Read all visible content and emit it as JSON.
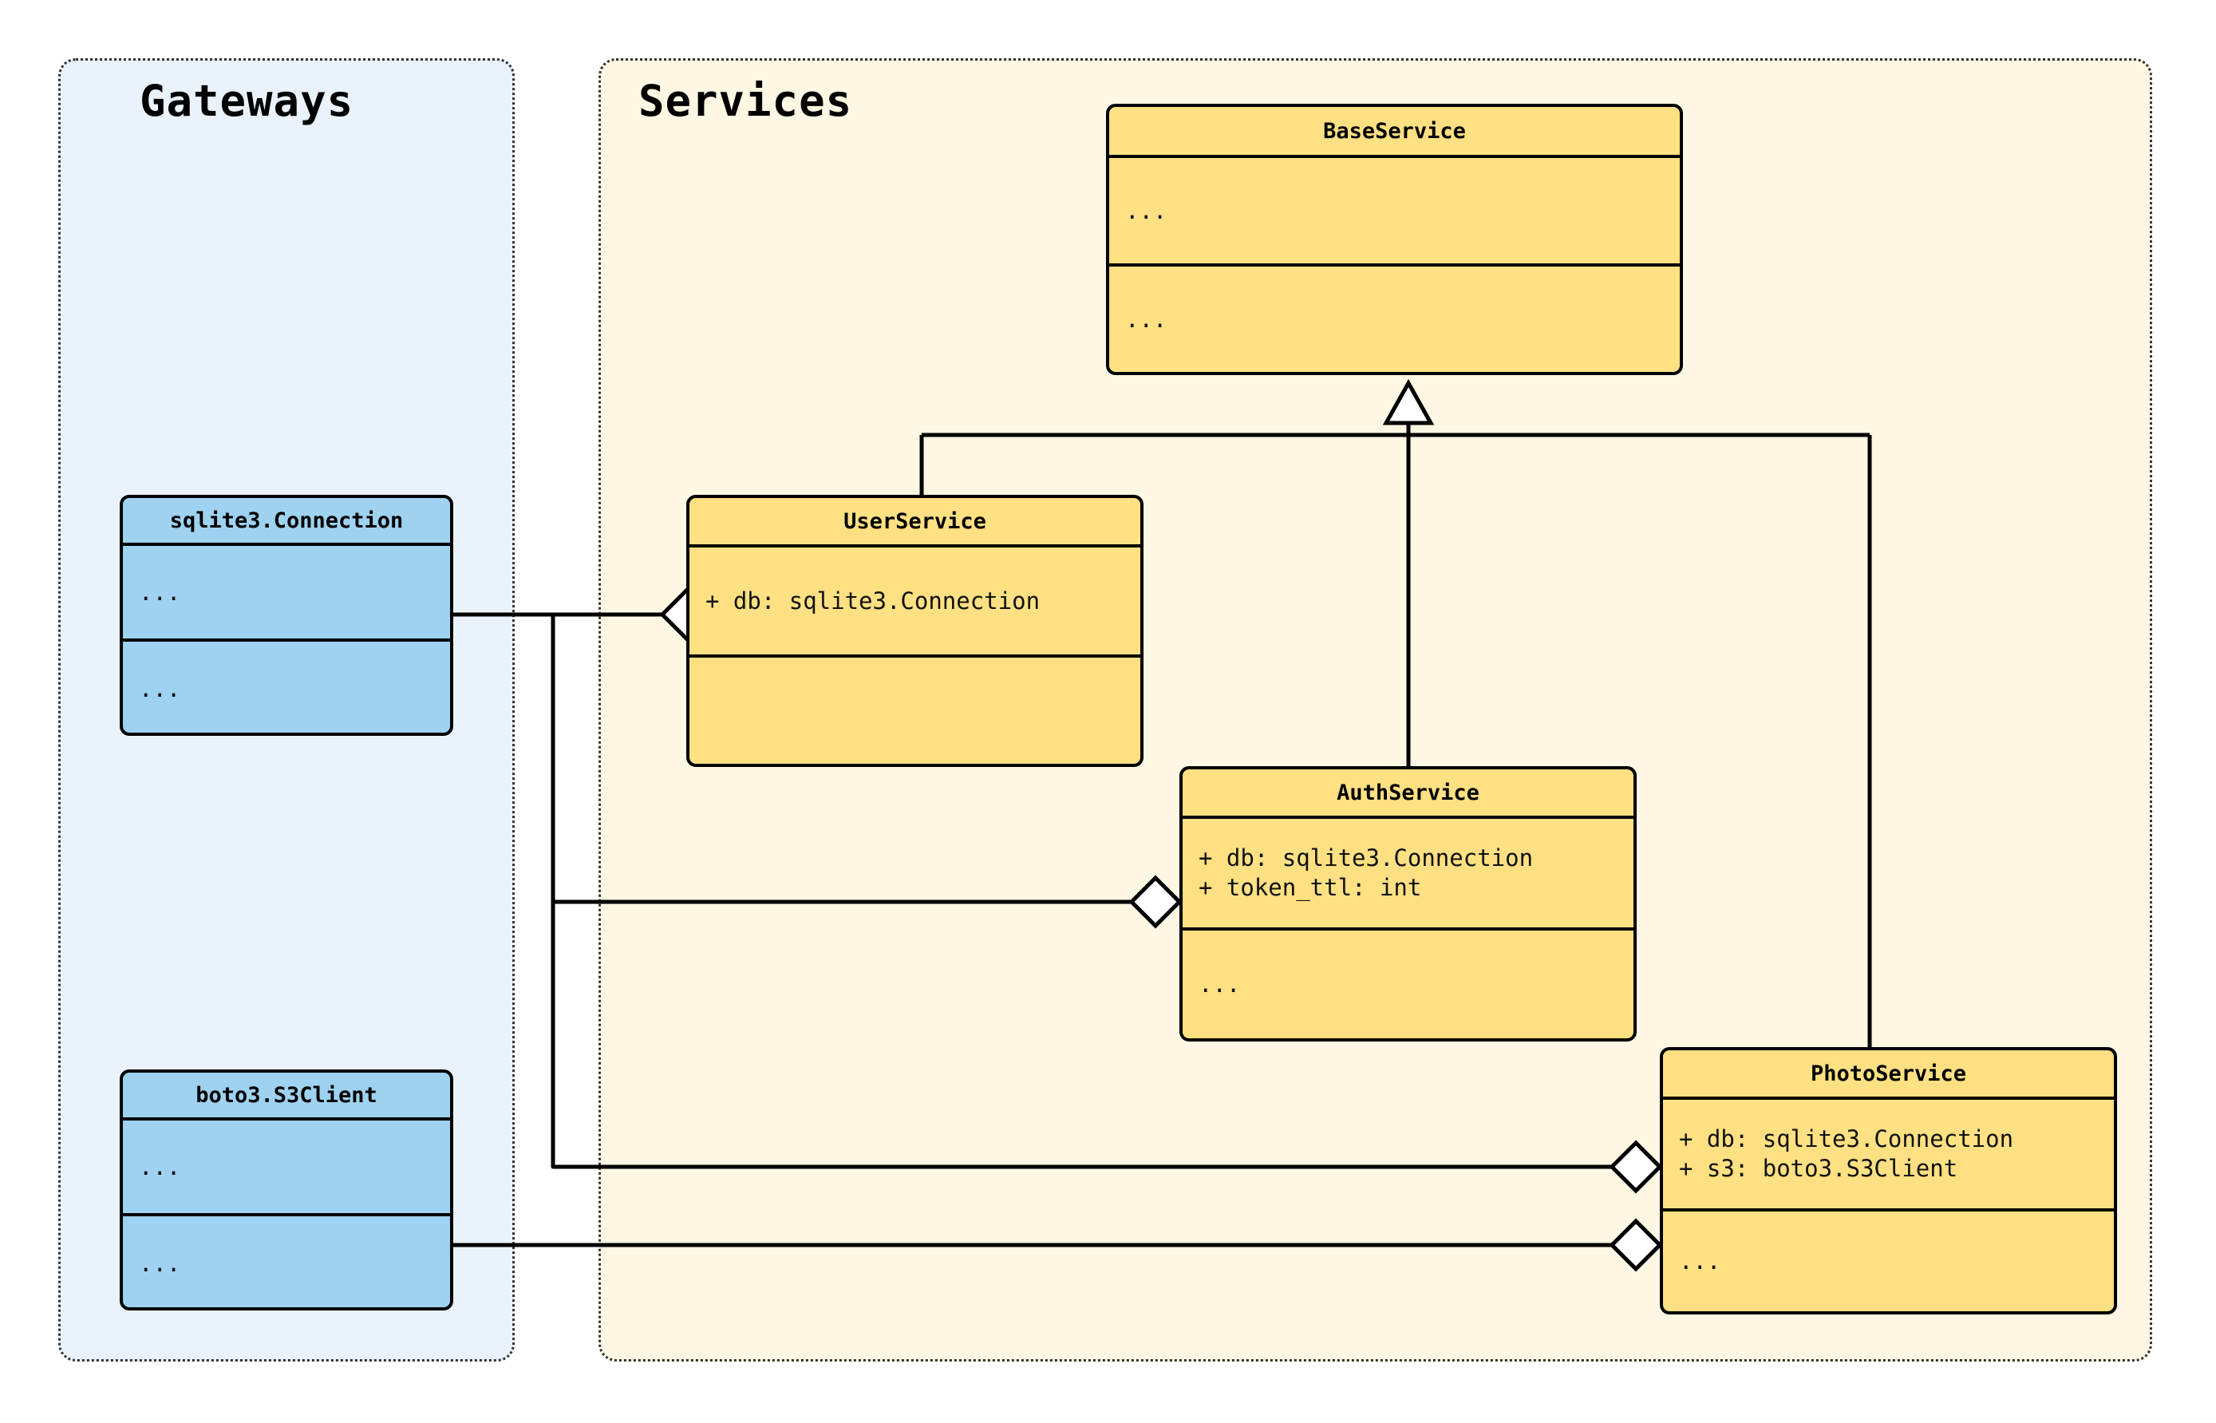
{
  "diagram": {
    "type": "uml-class-diagram",
    "colors": {
      "service_fill": "#ffe082",
      "gateway_fill": "#9ed2f0",
      "services_panel_fill": "#fdf7e3",
      "gateways_panel_fill": "#eaf3fc",
      "stroke": "#000000",
      "panel_border": "#333333"
    },
    "packages": [
      {
        "id": "gateways",
        "title": "Gateways"
      },
      {
        "id": "services",
        "title": "Services"
      }
    ],
    "classes": [
      {
        "id": "base_service",
        "name": "BaseService",
        "package": "services",
        "attributes": [
          "..."
        ],
        "methods": [
          "..."
        ]
      },
      {
        "id": "user_service",
        "name": "UserService",
        "package": "services",
        "attributes": [
          "+ db: sqlite3.Connection"
        ],
        "methods": [
          ""
        ]
      },
      {
        "id": "auth_service",
        "name": "AuthService",
        "package": "services",
        "attributes": [
          "+ db: sqlite3.Connection",
          "+ token_ttl: int"
        ],
        "methods": [
          "..."
        ]
      },
      {
        "id": "photo_service",
        "name": "PhotoService",
        "package": "services",
        "attributes": [
          "+ db: sqlite3.Connection",
          "+ s3: boto3.S3Client"
        ],
        "methods": [
          "..."
        ]
      },
      {
        "id": "sqlite_connection",
        "name": "sqlite3.Connection",
        "package": "gateways",
        "attributes": [
          "..."
        ],
        "methods": [
          "..."
        ]
      },
      {
        "id": "s3_client",
        "name": "boto3.S3Client",
        "package": "gateways",
        "attributes": [
          "..."
        ],
        "methods": [
          "..."
        ]
      }
    ],
    "relations": [
      {
        "kind": "generalization",
        "from": "user_service",
        "to": "base_service"
      },
      {
        "kind": "generalization",
        "from": "auth_service",
        "to": "base_service"
      },
      {
        "kind": "generalization",
        "from": "photo_service",
        "to": "base_service"
      },
      {
        "kind": "aggregation",
        "from": "sqlite_connection",
        "to": "user_service"
      },
      {
        "kind": "aggregation",
        "from": "sqlite_connection",
        "to": "auth_service"
      },
      {
        "kind": "aggregation",
        "from": "sqlite_connection",
        "to": "photo_service"
      },
      {
        "kind": "aggregation",
        "from": "s3_client",
        "to": "photo_service"
      }
    ]
  },
  "labels": {
    "base_service_name": "BaseService",
    "base_service_attr_0": "...",
    "base_service_meth_0": "...",
    "user_service_name": "UserService",
    "user_service_attr_0": "+ db: sqlite3.Connection",
    "user_service_meth_0": "",
    "auth_service_name": "AuthService",
    "auth_service_attrs": "+ db: sqlite3.Connection\n+ token_ttl: int",
    "auth_service_meth_0": "...",
    "photo_service_name": "PhotoService",
    "photo_service_attrs": "+ db: sqlite3.Connection\n+ s3: boto3.S3Client",
    "photo_service_meth_0": "...",
    "sqlite_connection_name": "sqlite3.Connection",
    "sqlite_connection_attr_0": "...",
    "sqlite_connection_meth_0": "...",
    "s3_client_name": "boto3.S3Client",
    "s3_client_attr_0": "...",
    "s3_client_meth_0": "...",
    "gateways_title": "Gateways",
    "services_title": "Services"
  }
}
